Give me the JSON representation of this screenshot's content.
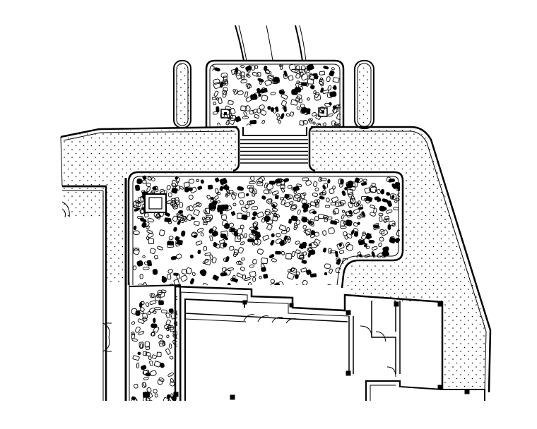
{
  "drawing": {
    "kind": "landscape site plan (CAD line drawing)",
    "colors": {
      "background": "#ffffff",
      "line": "#000000",
      "paving_dot": "#000000"
    },
    "hatches": {
      "paving": "dotted-grid",
      "planting_bed": "random-pebbles"
    },
    "features": [
      {
        "name": "entry-walkway",
        "type": "path"
      },
      {
        "name": "north-planting-bed",
        "type": "pebble-bed"
      },
      {
        "name": "entry-steps",
        "type": "stairs",
        "treads": 7
      },
      {
        "name": "main-planting-bed",
        "type": "pebble-bed"
      },
      {
        "name": "west-planting-strip",
        "type": "pebble-bed"
      },
      {
        "name": "dotted-plaza-paving",
        "type": "paving"
      },
      {
        "name": "building-footprint",
        "type": "building"
      }
    ]
  }
}
